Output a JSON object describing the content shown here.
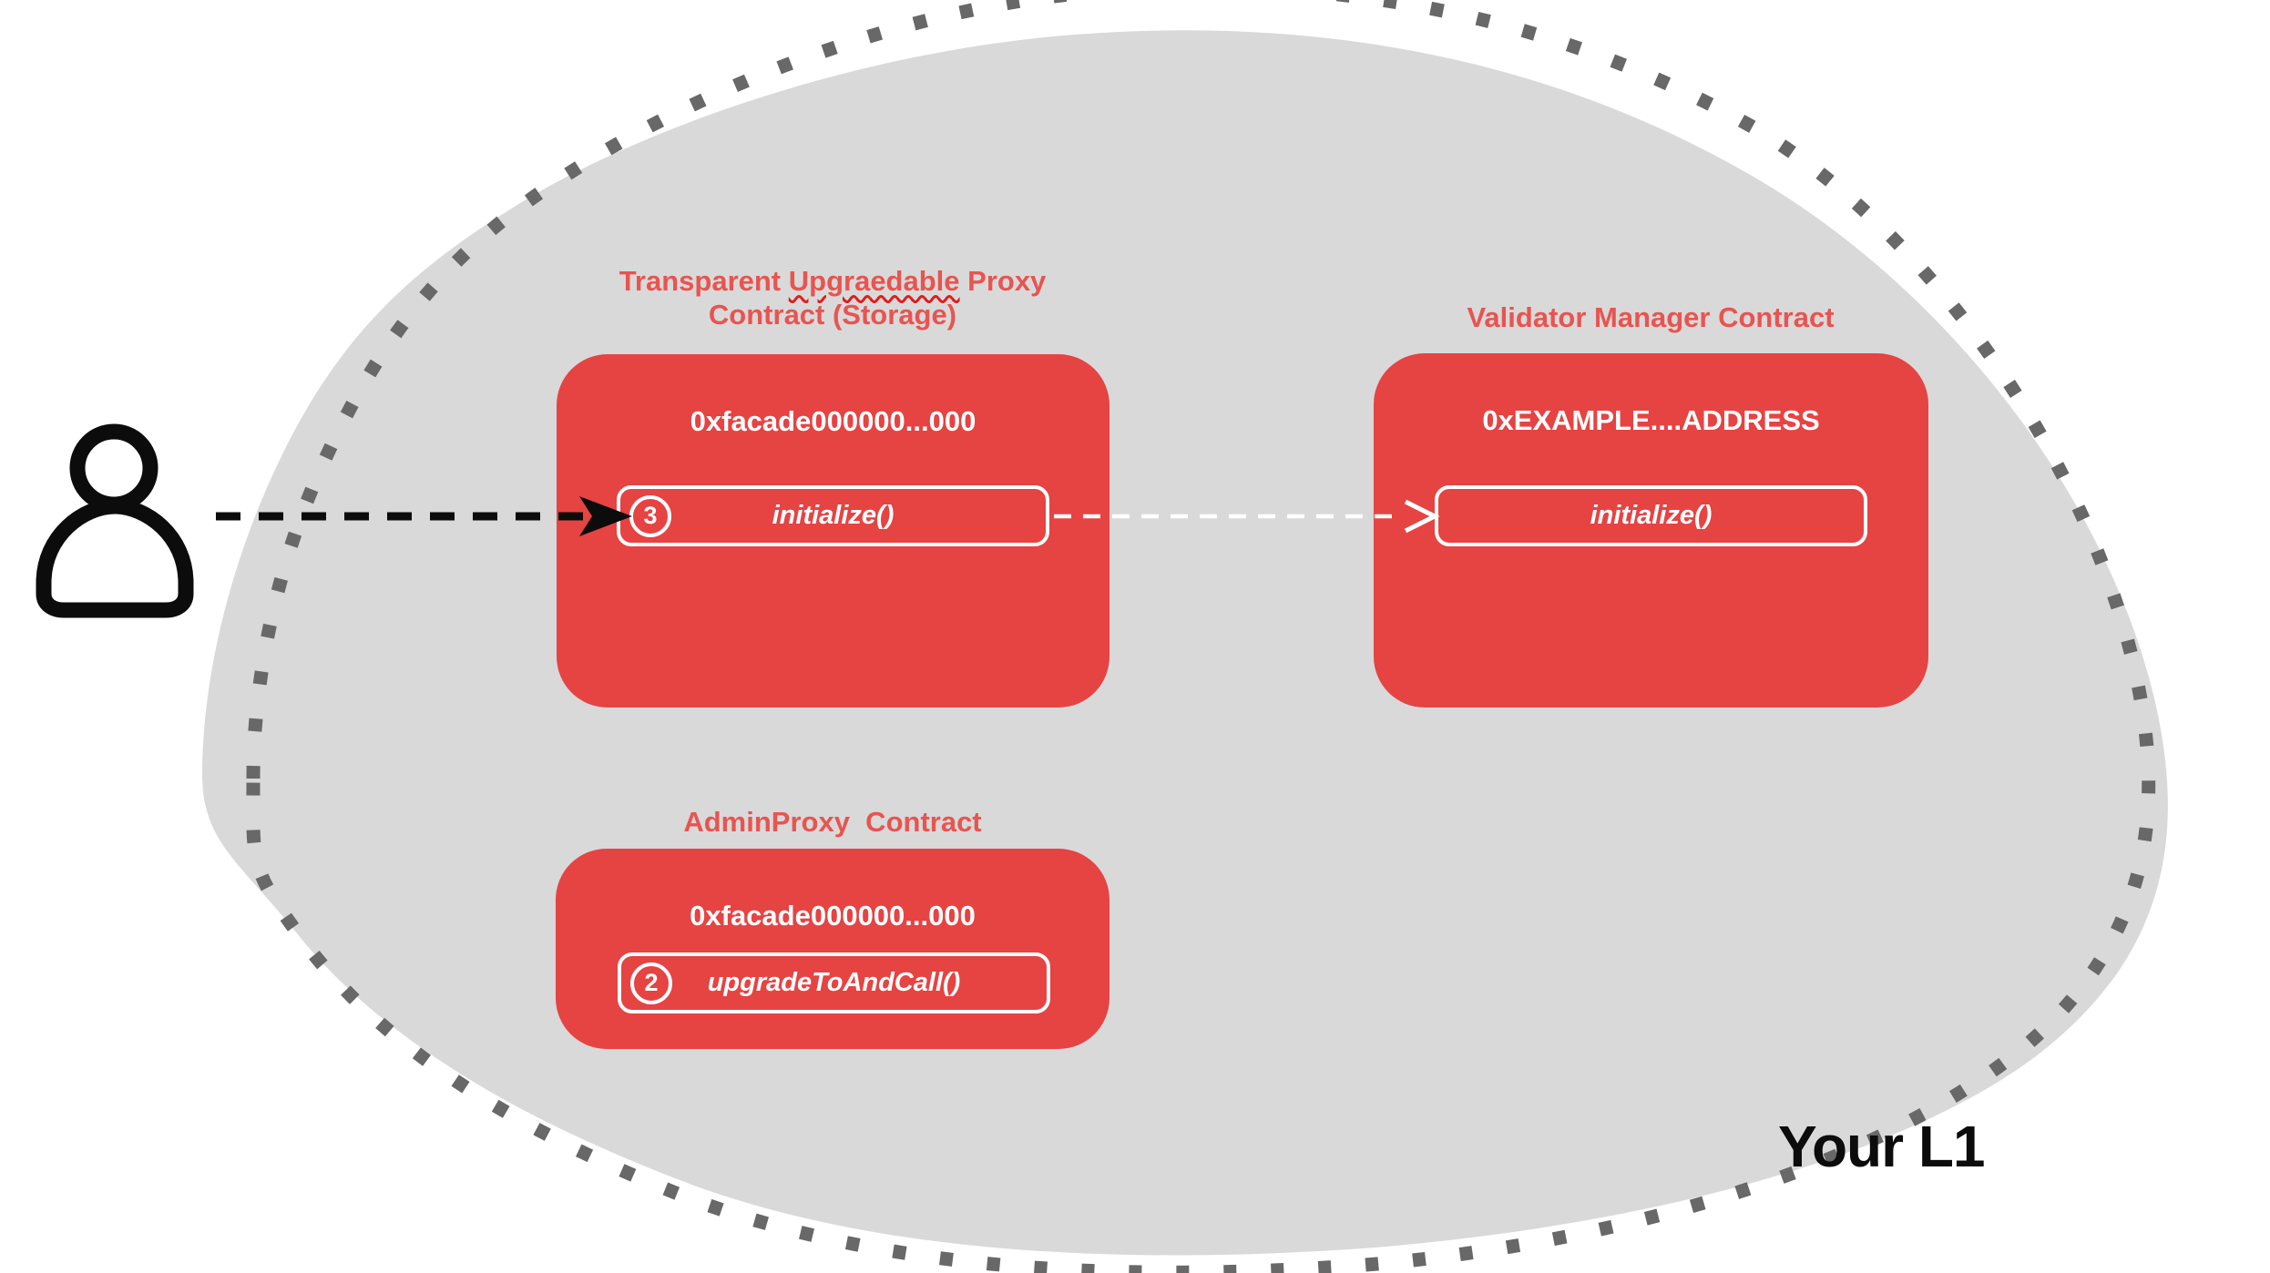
{
  "colors": {
    "box_red": "#e64343",
    "title_red": "#e85450",
    "region_gray": "#d9d9d9",
    "dotted_border_gray": "#686868",
    "arrow_black": "#0c0c0c",
    "white": "#ffffff"
  },
  "region": {
    "label": "Your L1"
  },
  "proxy_box": {
    "title_pre": "Transparent ",
    "title_wavy": "Upgraedable",
    "title_post": " Proxy",
    "title_line2": "Contract (Storage)",
    "address": "0xfacade000000...000",
    "step_badge": "3",
    "method": "initialize()"
  },
  "validator_box": {
    "title": "Validator Manager Contract",
    "address": "0xEXAMPLE....ADDRESS",
    "method": "initialize()"
  },
  "admin_box": {
    "title": "AdminProxy  Contract",
    "address": "0xfacade000000...000",
    "step_badge": "2",
    "method": "upgradeToAndCall()"
  },
  "flows": [
    {
      "style": "black-dashed-arrow",
      "from": "user",
      "to": "proxy initialize()"
    },
    {
      "style": "white-dashed-arrow",
      "from": "proxy initialize()",
      "to": "validator initialize()"
    }
  ]
}
